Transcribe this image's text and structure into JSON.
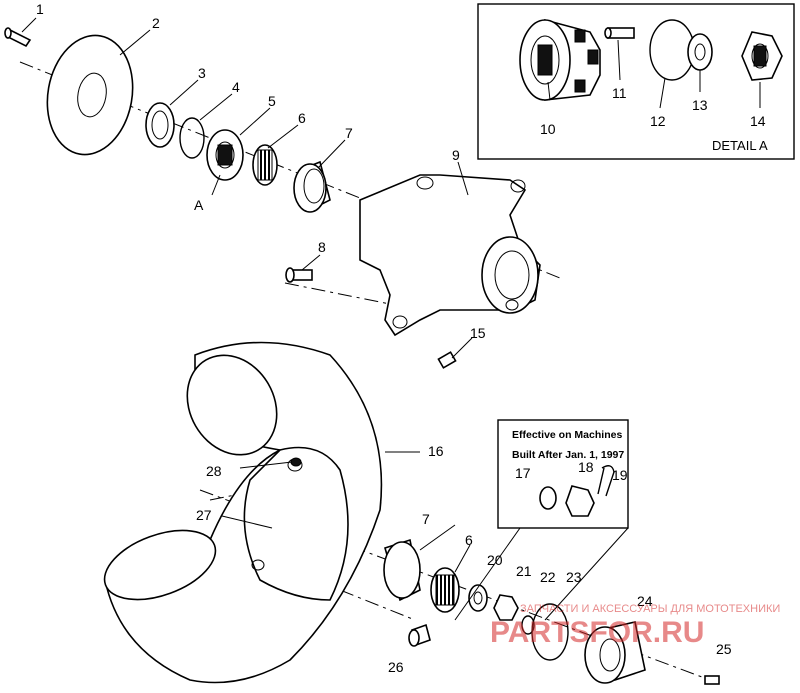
{
  "callouts": [
    "1",
    "2",
    "3",
    "4",
    "5",
    "6",
    "7",
    "8",
    "9",
    "10",
    "11",
    "12",
    "13",
    "14",
    "15",
    "16",
    "17",
    "18",
    "19",
    "20",
    "21",
    "22",
    "23",
    "24",
    "25",
    "26",
    "27",
    "28",
    "6",
    "7",
    "A"
  ],
  "detail": {
    "title": "DETAIL A"
  },
  "notice": {
    "line1": "Effective on Machines",
    "line2": "Built After Jan. 1, 1997"
  },
  "watermark": {
    "brand": "PARTSFOR.RU",
    "tagline": "ЗАПЧАСТИ И АКСЕССУАРЫ ДЛЯ МОТОТЕХНИКИ",
    "color": "#d42a2a"
  }
}
